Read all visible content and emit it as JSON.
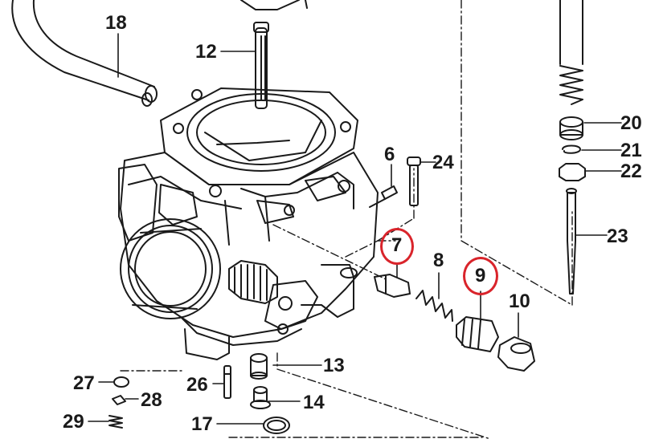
{
  "parts": [
    {
      "id": "p18",
      "number": "18",
      "highlighted": false
    },
    {
      "id": "p12",
      "number": "12",
      "highlighted": false
    },
    {
      "id": "p6",
      "number": "6",
      "highlighted": false
    },
    {
      "id": "p24",
      "number": "24",
      "highlighted": false
    },
    {
      "id": "p20",
      "number": "20",
      "highlighted": false
    },
    {
      "id": "p21",
      "number": "21",
      "highlighted": false
    },
    {
      "id": "p22",
      "number": "22",
      "highlighted": false
    },
    {
      "id": "p23",
      "number": "23",
      "highlighted": false
    },
    {
      "id": "p7",
      "number": "7",
      "highlighted": true
    },
    {
      "id": "p8",
      "number": "8",
      "highlighted": false
    },
    {
      "id": "p9",
      "number": "9",
      "highlighted": true
    },
    {
      "id": "p10",
      "number": "10",
      "highlighted": false
    },
    {
      "id": "p13",
      "number": "13",
      "highlighted": false
    },
    {
      "id": "p14",
      "number": "14",
      "highlighted": false
    },
    {
      "id": "p17",
      "number": "17",
      "highlighted": false
    },
    {
      "id": "p26",
      "number": "26",
      "highlighted": false
    },
    {
      "id": "p27",
      "number": "27",
      "highlighted": false
    },
    {
      "id": "p28",
      "number": "28",
      "highlighted": false
    },
    {
      "id": "p29",
      "number": "29",
      "highlighted": false
    }
  ],
  "colors": {
    "line": "#1a1a1a",
    "highlight": "#d9242b",
    "background": "#ffffff"
  }
}
